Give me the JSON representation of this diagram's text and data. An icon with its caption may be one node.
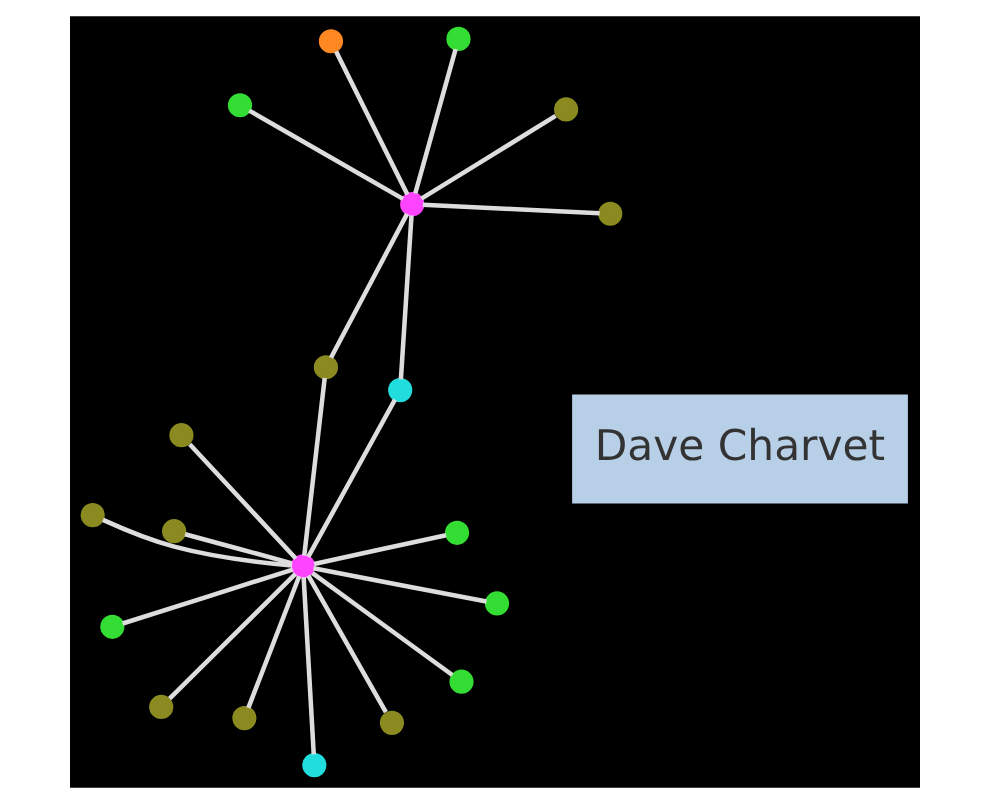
{
  "diagram": {
    "nodes": [
      {
        "text": [],
        "shape": "circle"
      },
      {
        "text": [],
        "shape": "circle"
      },
      {
        "text": [],
        "shape": "circle"
      },
      {
        "text": [],
        "shape": "circle"
      },
      {
        "text": [],
        "shape": "circle"
      },
      {
        "text": [],
        "shape": "circle"
      },
      {
        "text": [],
        "shape": "circle"
      },
      {
        "text": [],
        "shape": "circle"
      },
      {
        "text": [],
        "shape": "circle"
      },
      {
        "text": [],
        "shape": "circle"
      },
      {
        "text": [],
        "shape": "circle"
      },
      {
        "text": [],
        "shape": "circle"
      },
      {
        "text": [],
        "shape": "circle"
      },
      {
        "text": [],
        "shape": "circle"
      },
      {
        "text": [],
        "shape": "circle"
      },
      {
        "text": [],
        "shape": "circle"
      },
      {
        "text": [],
        "shape": "circle"
      },
      {
        "text": [],
        "shape": "circle"
      },
      {
        "text": [],
        "shape": "circle"
      },
      {
        "text": [],
        "shape": "circle"
      }
    ],
    "edges": [
      {
        "from": 7,
        "to": 0,
        "arrow": "none"
      },
      {
        "from": 7,
        "to": 1,
        "arrow": "none"
      },
      {
        "from": 7,
        "to": 2,
        "arrow": "none"
      },
      {
        "from": 7,
        "to": 3,
        "arrow": "none"
      },
      {
        "from": 7,
        "to": 4,
        "arrow": "none"
      },
      {
        "from": 7,
        "to": 5,
        "arrow": "none"
      },
      {
        "from": 7,
        "to": 6,
        "arrow": "none"
      },
      {
        "from": 7,
        "to": 8,
        "arrow": "none"
      },
      {
        "from": 7,
        "to": 9,
        "arrow": "none"
      },
      {
        "from": 7,
        "to": 10,
        "arrow": "none"
      },
      {
        "from": 7,
        "to": 11,
        "arrow": "none"
      },
      {
        "from": 7,
        "to": 12,
        "arrow": "none"
      },
      {
        "from": 7,
        "to": 13,
        "arrow": "none"
      },
      {
        "from": 14,
        "to": 12,
        "arrow": "none"
      },
      {
        "from": 14,
        "to": 13,
        "arrow": "none"
      },
      {
        "from": 14,
        "to": 15,
        "arrow": "none"
      },
      {
        "from": 14,
        "to": 16,
        "arrow": "none"
      },
      {
        "from": 14,
        "to": 17,
        "arrow": "none"
      },
      {
        "from": 14,
        "to": 18,
        "arrow": "none"
      },
      {
        "from": 14,
        "to": 19,
        "arrow": "none"
      }
    ],
    "labels": [
      "Dave Charvet"
    ]
  }
}
